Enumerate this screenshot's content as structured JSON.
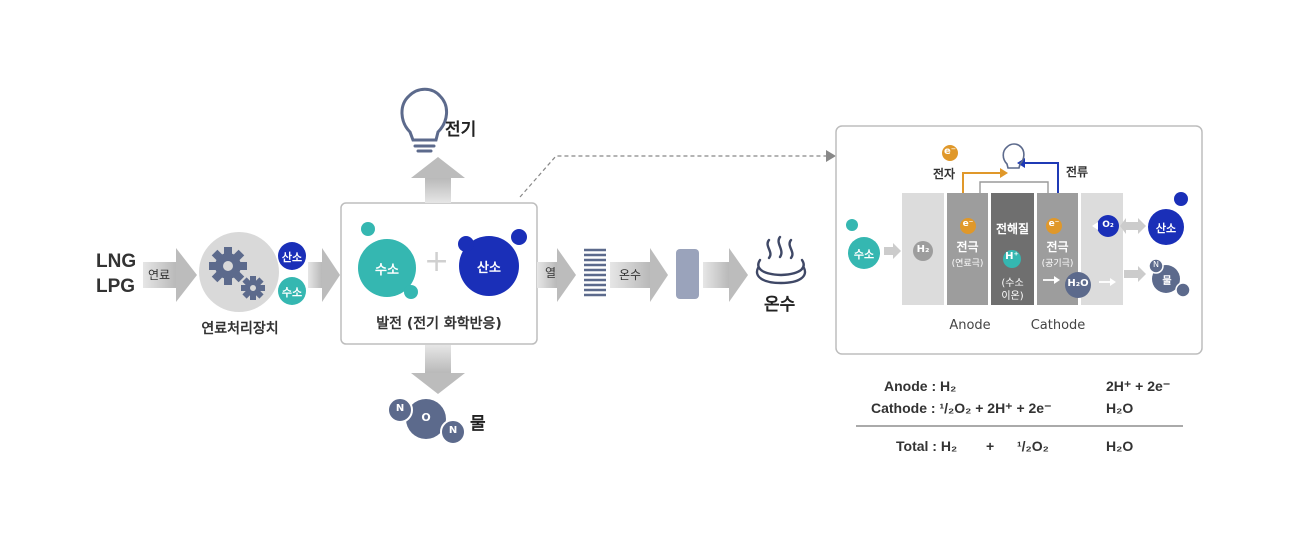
{
  "fuel": {
    "lng": "LNG",
    "lpg": "LPG"
  },
  "arrows": {
    "fuel": "연료",
    "heat": "열",
    "hotwater": "온수"
  },
  "processor": {
    "label": "연료처리장치",
    "out_oxygen": "산소",
    "out_hydrogen": "수소"
  },
  "generation": {
    "label": "발전 (전기 화학반응)",
    "hydrogen": "수소",
    "plus": "+",
    "oxygen": "산소"
  },
  "electricity": {
    "label": "전기"
  },
  "water": {
    "label": "물",
    "atom_o": "O",
    "atom_n1": "N",
    "atom_n2": "N"
  },
  "hot_water": {
    "label": "온수"
  },
  "cell": {
    "electron_top": "e⁻",
    "electron_label": "전자",
    "current_label": "전류",
    "hydrogen_in": "수소",
    "h2_label": "H₂",
    "anode_e": "e⁻",
    "anode_title": "전극",
    "anode_sub": "(연료극)",
    "electrolyte_title": "전해질",
    "h_ion": "H⁺",
    "h_ion_sub1": "(수소",
    "h_ion_sub2": "이온)",
    "cathode_e": "e⁻",
    "cathode_title": "전극",
    "cathode_sub": "(공기극)",
    "o2_label": "O₂",
    "oxygen_out": "산소",
    "h2o_label": "H₂O",
    "water_out": "물",
    "water_n": "N",
    "anode_name": "Anode",
    "cathode_name": "Cathode"
  },
  "equations": {
    "anode_left": "Anode : H₂",
    "anode_right": "2H⁺ + 2e⁻",
    "cathode_left": "Cathode : ¹/₂O₂ + 2H⁺ + 2e⁻",
    "cathode_right": "H₂O",
    "total_left": "Total : H₂",
    "total_plus": "+",
    "total_mid": "¹/₂O₂",
    "total_right": "H₂O"
  },
  "colors": {
    "teal": "#35b7b1",
    "navy": "#1a2fb8",
    "slate": "#5c6a8c",
    "arrow": "#c3c3c3",
    "orange": "#e0982a",
    "blue": "#1f3ab5"
  }
}
